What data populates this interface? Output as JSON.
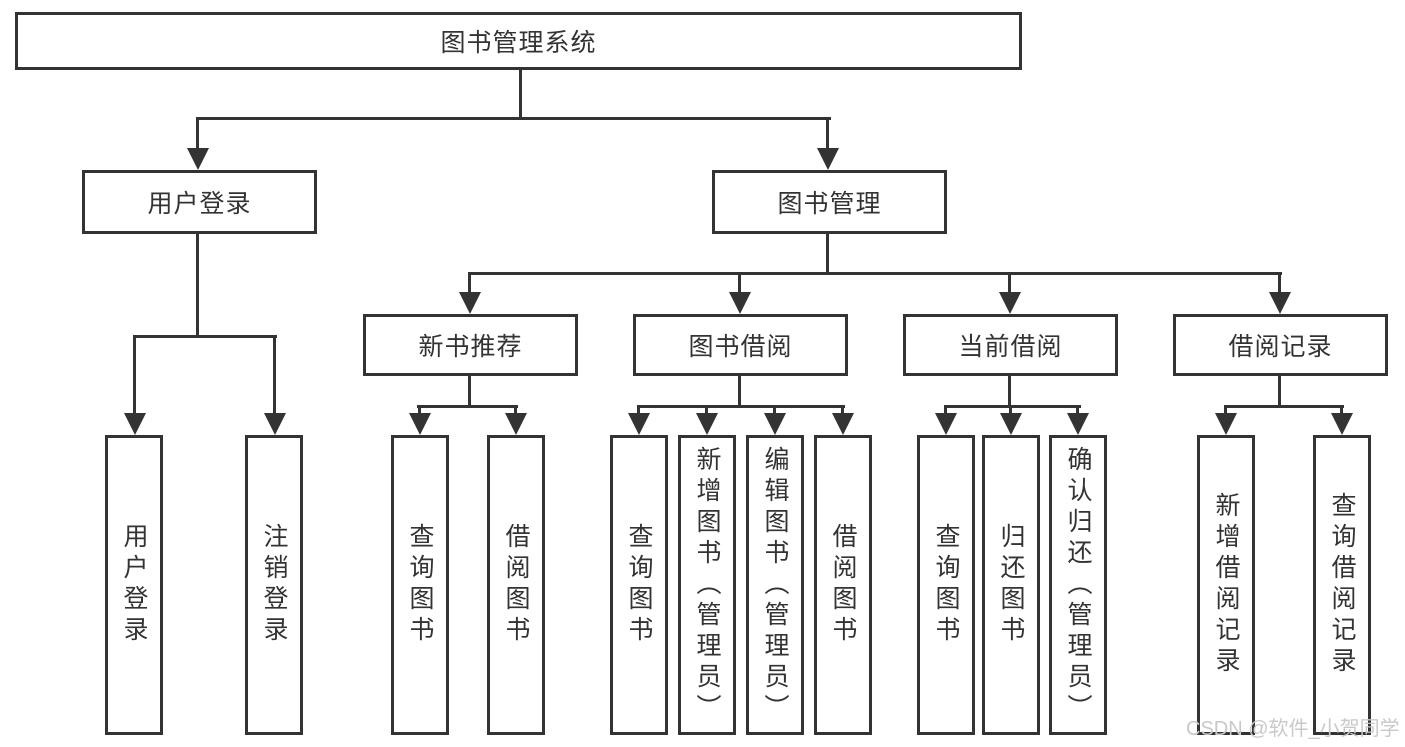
{
  "tree": {
    "label": "图书管理系统",
    "children": [
      {
        "label": "用户登录",
        "children": [
          {
            "label": "用户登录"
          },
          {
            "label": "注销登录"
          }
        ]
      },
      {
        "label": "图书管理",
        "children": [
          {
            "label": "新书推荐",
            "children": [
              {
                "label": "查询图书"
              },
              {
                "label": "借阅图书"
              }
            ]
          },
          {
            "label": "图书借阅",
            "children": [
              {
                "label": "查询图书"
              },
              {
                "label": "新增图书（管理员）"
              },
              {
                "label": "编辑图书（管理员）"
              },
              {
                "label": "借阅图书"
              }
            ]
          },
          {
            "label": "当前借阅",
            "children": [
              {
                "label": "查询图书"
              },
              {
                "label": "归还图书"
              },
              {
                "label": "确认归还（管理员）"
              }
            ]
          },
          {
            "label": "借阅记录",
            "children": [
              {
                "label": "新增借阅记录"
              },
              {
                "label": "查询借阅记录"
              }
            ]
          }
        ]
      }
    ]
  },
  "watermark": {
    "text": "CSDN @软件_小贺同学"
  },
  "colors": {
    "line": "#333333",
    "text": "#333333",
    "box_background": "#ffffff",
    "watermark": "#c9c9c9",
    "page_background": "#ffffff"
  }
}
